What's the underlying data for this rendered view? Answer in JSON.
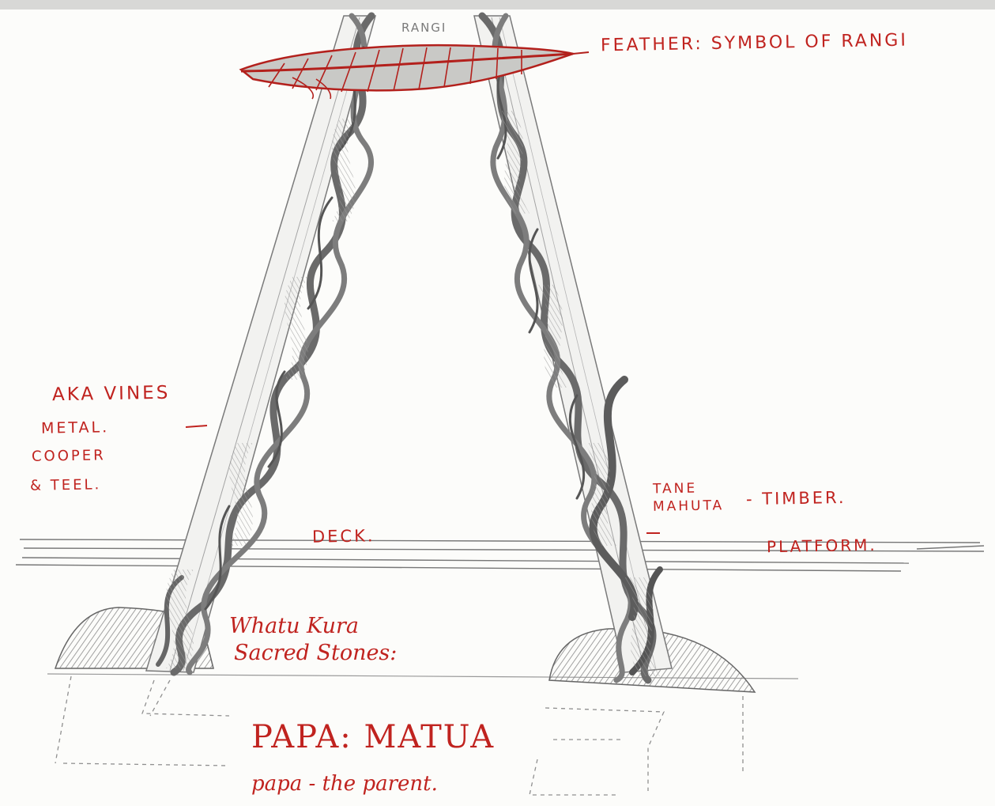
{
  "labels": {
    "rangi": "RANGI",
    "feather": "FEATHER: SYMBOL OF RANGI",
    "aka_vines": "AKA VINES",
    "metal": "METAL.",
    "cooper": "COOPER",
    "steel": "& TEEL.",
    "deck": "DECK.",
    "tane": "TANE",
    "mahuta": "MAHUTA",
    "timber": "- TIMBER.",
    "platform": "PLATFORM.",
    "whatu_kura": "Whatu Kura",
    "sacred_stones": "Sacred Stones:",
    "papa_matua": "PAPA: MATUA",
    "papa_parent": "papa - the parent."
  },
  "colors": {
    "ink_red": "#c0231f",
    "pencil_grey": "#6b6b6b",
    "paper": "#fcfcfa"
  }
}
